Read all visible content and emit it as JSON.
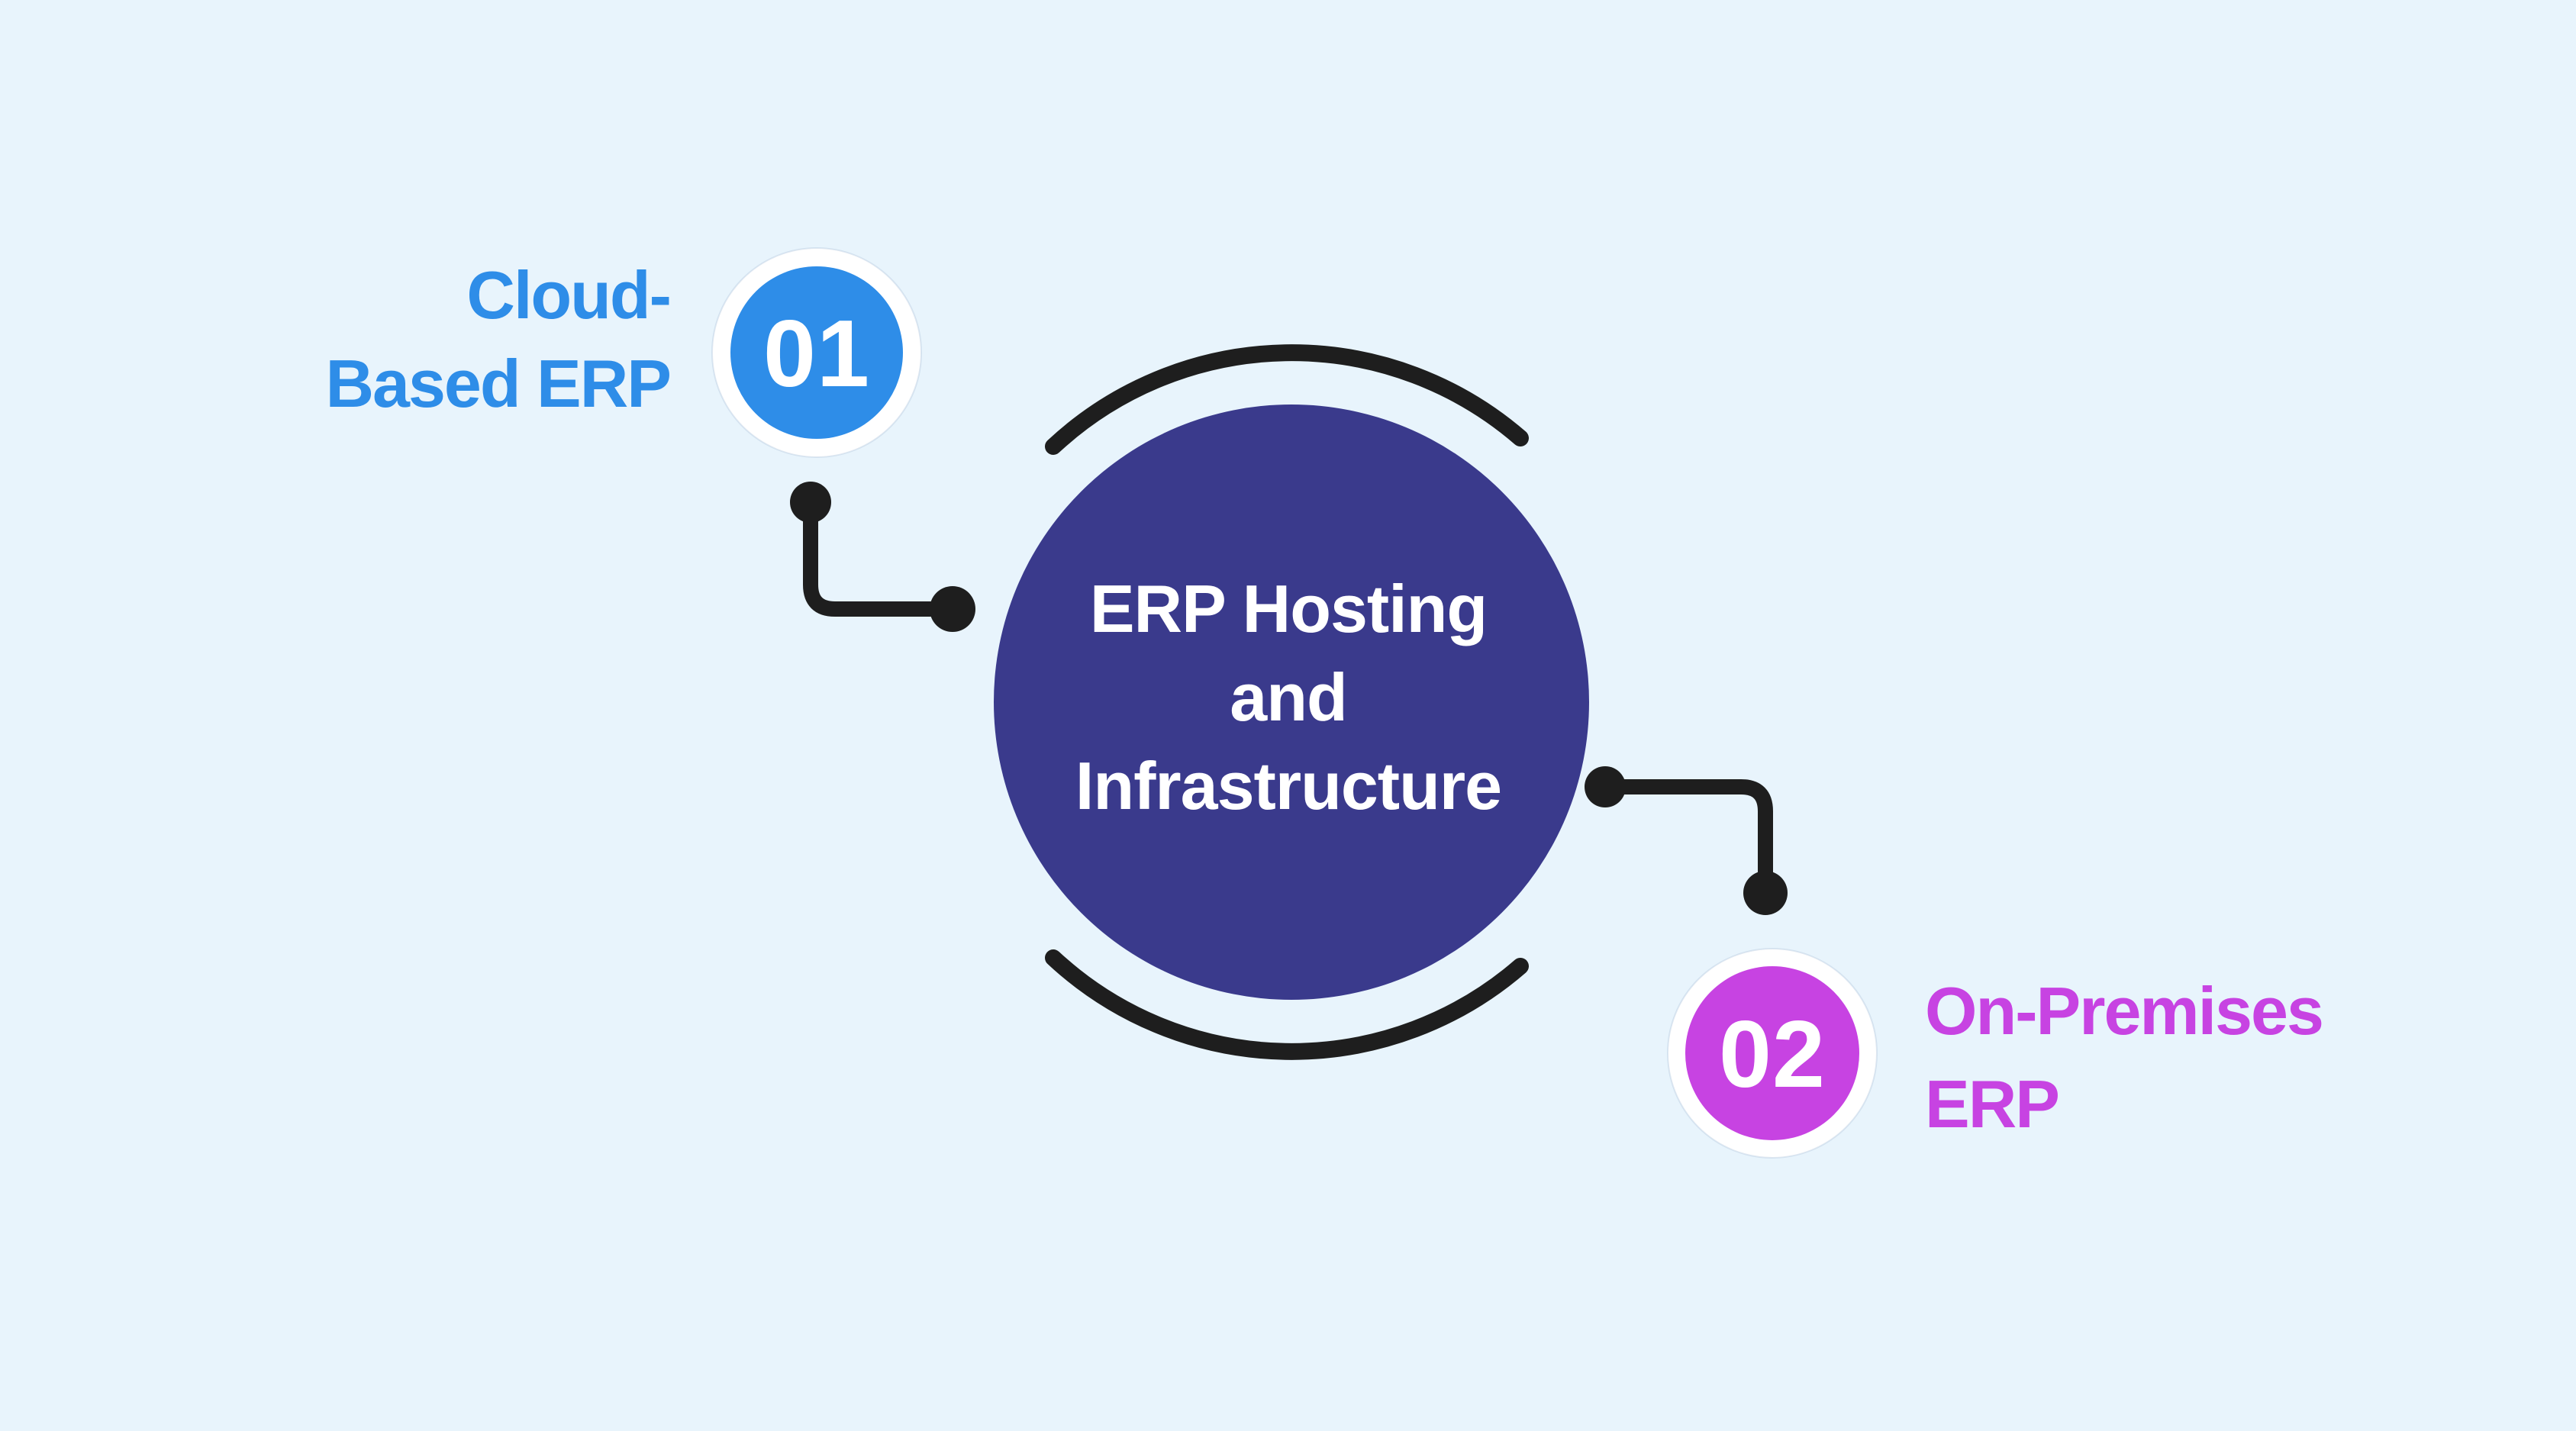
{
  "title": {
    "lines": [
      "ERP Hosting",
      "and",
      "Infrastructure"
    ]
  },
  "items": [
    {
      "number": "01",
      "label_lines": [
        "Cloud-",
        "Based ERP"
      ],
      "accent": "#2E8DE8"
    },
    {
      "number": "02",
      "label_lines": [
        "On-Premises",
        "ERP"
      ],
      "accent": "#C743E2"
    }
  ],
  "colors": {
    "background": "#E8F4FC",
    "center_circle": "#3A3A8C",
    "center_text": "#FFFFFF",
    "connector": "#1E1E1E",
    "badge_ring": "#FFFFFF",
    "badge_number": "#FFFFFF"
  }
}
